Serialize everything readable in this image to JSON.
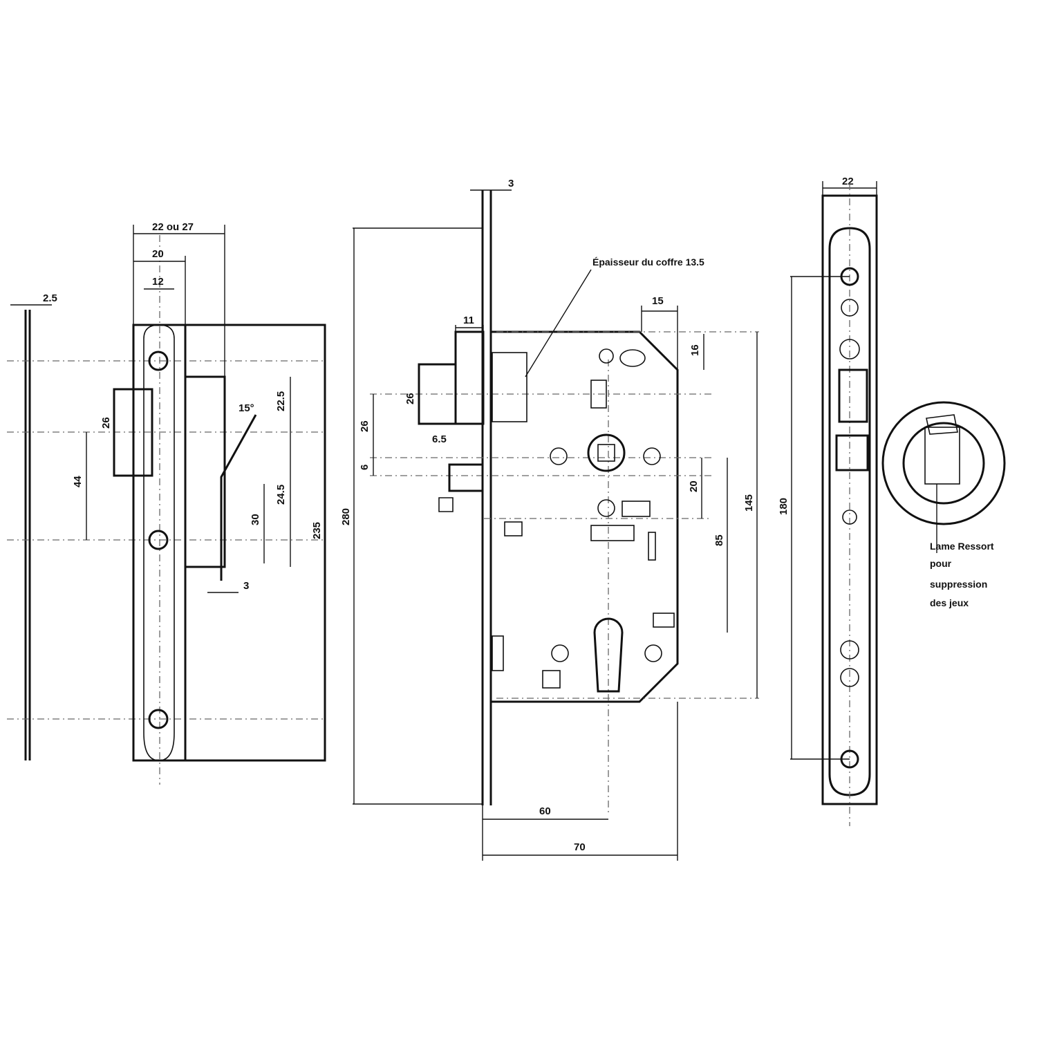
{
  "labels": {
    "forend_thickness_left": "2.5",
    "forend_width_total": "22 ou 27",
    "forend_width": "20",
    "forend_slot": "12",
    "strike_height": "26",
    "strike_offset": "44",
    "strike_angle": "15°",
    "strike_depth_top": "22.5",
    "strike_depth_mid": "24.5",
    "strike_bottom": "30",
    "strike_plate_thickness": "3",
    "strike_total_height": "235",
    "forend_thickness_top": "3",
    "forend_length": "280",
    "latch_projection": "11",
    "deadbolt_height": "26",
    "latch_height": "26",
    "latch_gap": "6",
    "nose_dim": "6.5",
    "anti_card": "15",
    "anti_card_width": "16",
    "case_thickness_note": "Épaisseur du coffre 13.5",
    "follower_spacing": "20",
    "follower_to_cylinder": "85",
    "case_height": "145",
    "backset_cylinder": "60",
    "case_depth": "70",
    "faceplate_width": "22",
    "faceplate_hole_spacing": "180",
    "spring_note_l1": "Lame Ressort",
    "spring_note_l2": "pour",
    "spring_note_l3": "suppression",
    "spring_note_l4": "des jeux"
  }
}
